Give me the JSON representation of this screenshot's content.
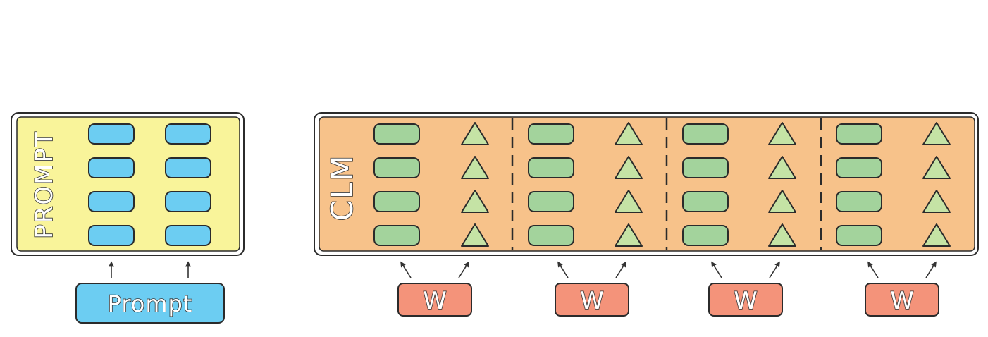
{
  "prompt_block": {
    "vertical_label": "PROMPT",
    "rows": 4,
    "cols": 2,
    "fill": "#f9f49a",
    "token_color": "#6ccdf2"
  },
  "prompt_input": {
    "label": "Prompt",
    "fill": "#6ccdf2"
  },
  "clm_block": {
    "vertical_label": "CLM",
    "fill": "#f7c28a",
    "segments": 4,
    "rows_per_segment": 4,
    "token_color": "#a3d39c",
    "triangle_color": "#c5e3a5"
  },
  "w_inputs": {
    "label": "W",
    "count": 4,
    "fill": "#f4937a"
  }
}
